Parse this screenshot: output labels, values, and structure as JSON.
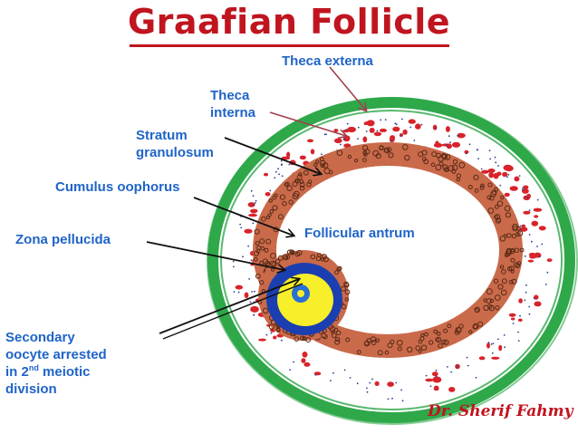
{
  "title": "Graafian Follicle",
  "labels": {
    "theca_externa": "Theca externa",
    "theca_interna_1": "Theca",
    "theca_interna_2": "interna",
    "stratum_1": "Stratum",
    "stratum_2": "granulosum",
    "cumulus": "Cumulus oophorus",
    "zona": "Zona pellucida",
    "antrum": "Follicular antrum",
    "oocyte_1": "Secondary",
    "oocyte_2": "oocyte arrested",
    "oocyte_3a": "in 2",
    "oocyte_3sup": "nd",
    "oocyte_3b": " meiotic",
    "oocyte_4": "division"
  },
  "signature": "Dr. Sherif Fahmy",
  "colors": {
    "title": "#c0151f",
    "labels": "#1f64c8",
    "signature": "#c0151f",
    "theca_externa": "#2fa84a",
    "theca_interna_spots": "#d8232a",
    "theca_interna_dots": "#2a3f8f",
    "granulosa": "#c96a4a",
    "granulosa_cells": "#5a2a16",
    "zona_pellucida": "#1b3fb0",
    "oocyte": "#f7ef2a",
    "nucleus": "#2a6fd6",
    "arrow_maroon": "#a2414e",
    "arrow_black": "#111111"
  }
}
